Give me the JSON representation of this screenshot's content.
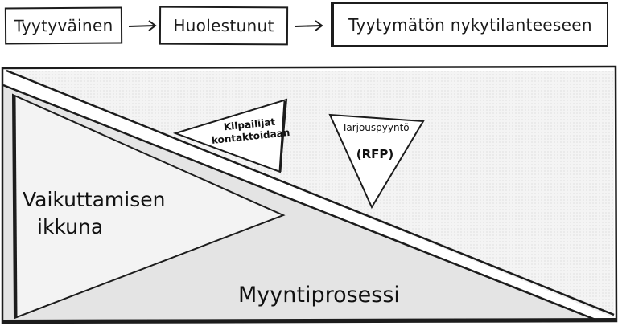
{
  "stages": [
    {
      "label": "Tyytyväinen"
    },
    {
      "label": "Huolestunut"
    },
    {
      "label": "Tyytymätön nykytilanteeseen"
    }
  ],
  "diagram": {
    "influence_window": {
      "line1": "Vaikuttamisen",
      "line2": "ikkuna"
    },
    "sales_process": "Myyntiprosessi",
    "competitors": {
      "line1": "Kilpailijat",
      "line2": "kontaktoidaan"
    },
    "rfp": {
      "line1": "Tarjouspyyntö",
      "line2": "(RFP)"
    }
  },
  "colors": {
    "stroke": "#1c1c1c",
    "fill_gray": "#e2e2e2",
    "fill_light": "#f1f1f1"
  }
}
